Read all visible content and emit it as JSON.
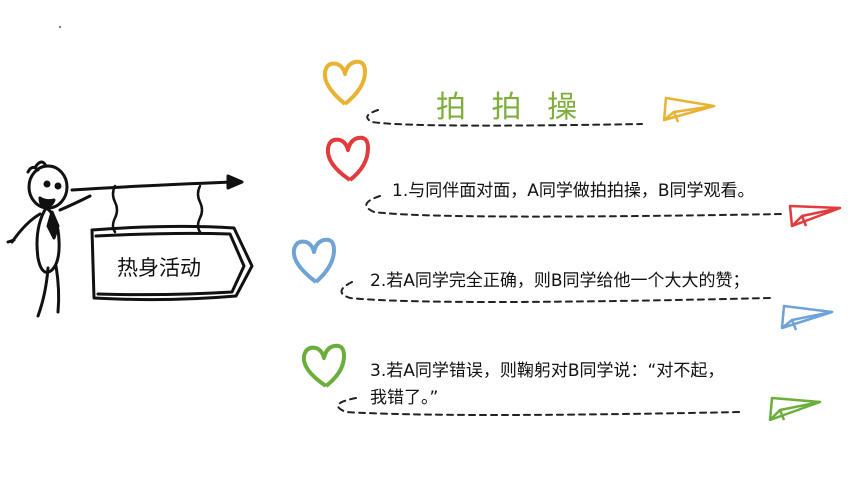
{
  "title": "拍 拍 操",
  "sign_label": "热身活动",
  "items": [
    {
      "text": "1.与同伴面对面，A同学做拍拍操，B同学观看。"
    },
    {
      "text": "2.若A同学完全正确，则B同学给他一个大大的赞；"
    },
    {
      "line1": "3.若A同学错误，则鞠躬对B同学说：“对不起，",
      "line2": "我错了。”"
    }
  ],
  "colors": {
    "title": "#7fae3c",
    "heart_yellow": "#e9b233",
    "heart_red": "#e23b3b",
    "heart_blue": "#6fa3d6",
    "heart_green": "#6cae3c",
    "plane_yellow": "#e9b233",
    "plane_red": "#e23b3b",
    "plane_blue": "#6fa3d6",
    "plane_green": "#6cae3c"
  }
}
